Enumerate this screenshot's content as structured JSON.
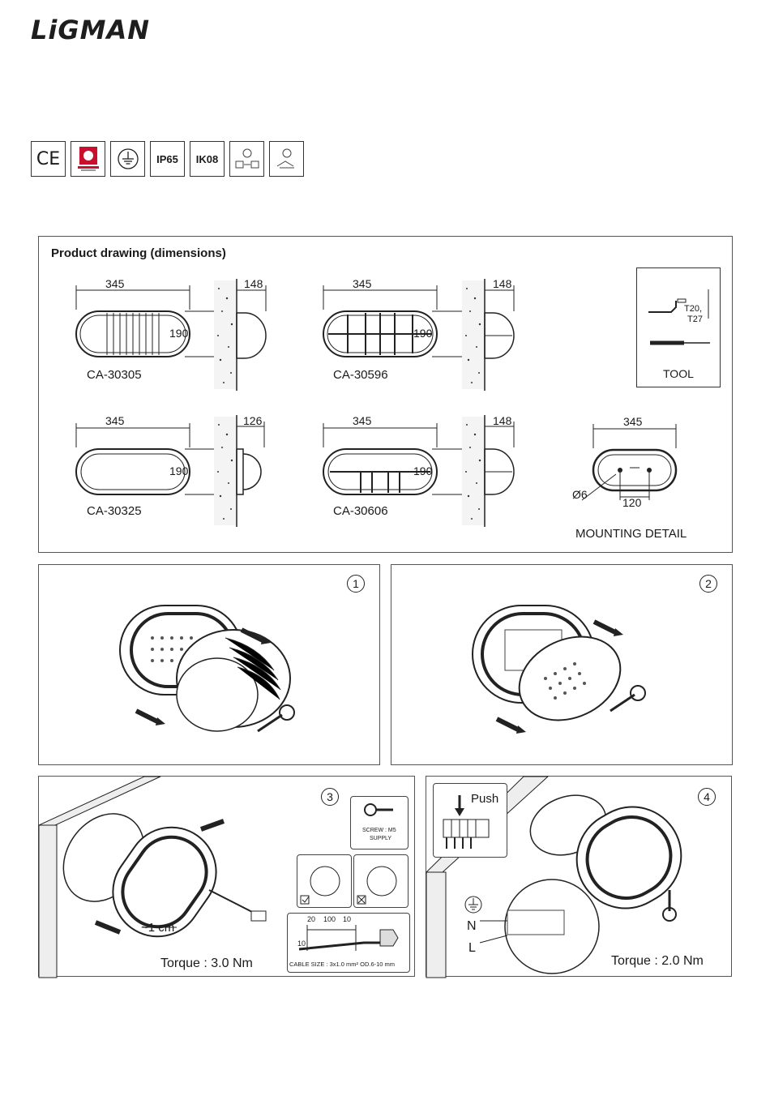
{
  "brand": {
    "logo_text": "LiGMAN"
  },
  "certifications": [
    "CE",
    "",
    "",
    "IP65",
    "IK08",
    "",
    ""
  ],
  "drawing_panel": {
    "title": "Product drawing (dimensions)",
    "products": [
      {
        "model": "CA-30305",
        "width": "345",
        "height": "190",
        "depth": "148"
      },
      {
        "model": "CA-30596",
        "width": "345",
        "height": "190",
        "depth": "148"
      },
      {
        "model": "CA-30325",
        "width": "345",
        "height": "190",
        "depth": "126"
      },
      {
        "model": "CA-30606",
        "width": "345",
        "height": "190",
        "depth": "148"
      }
    ],
    "tool": {
      "label": "TOOL",
      "bit1": "T20,",
      "bit2": "T27"
    },
    "mounting": {
      "label": "MOUNTING DETAIL",
      "width": "345",
      "spacing": "120",
      "hole": "Ø6"
    }
  },
  "steps": [
    {
      "number": "1"
    },
    {
      "number": "2"
    },
    {
      "number": "3",
      "strip_length": "~1 cm",
      "torque": "Torque : 3.0 Nm",
      "screw_label_1": "SCREW : M5",
      "screw_label_2": "SUPPLY",
      "strip_dims": [
        "20",
        "100",
        "10",
        "10"
      ],
      "cable_size": "CABLE SIZE : 3x1.0 mm² OD.6-10 mm"
    },
    {
      "number": "4",
      "push_label": "Push",
      "n_label": "N",
      "l_label": "L",
      "torque": "Torque : 2.0 Nm"
    }
  ]
}
